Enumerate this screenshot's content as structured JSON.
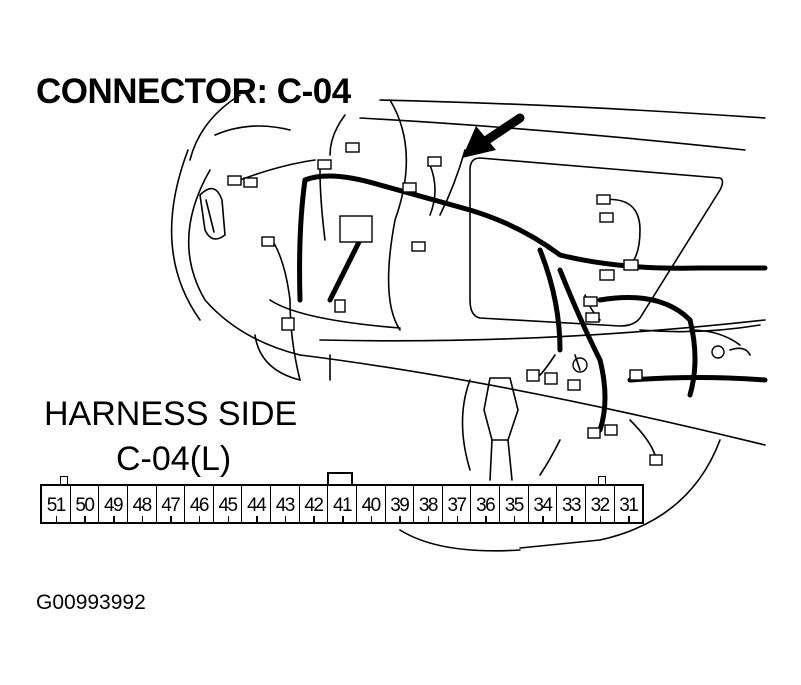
{
  "title": "CONNECTOR: C-04",
  "side_label": "HARNESS SIDE",
  "connector_label": "C-04(L)",
  "pins": [
    "51",
    "50",
    "49",
    "48",
    "47",
    "46",
    "45",
    "44",
    "43",
    "42",
    "41",
    "40",
    "39",
    "38",
    "37",
    "36",
    "35",
    "34",
    "33",
    "32",
    "31"
  ],
  "figure_id": "G00993992"
}
